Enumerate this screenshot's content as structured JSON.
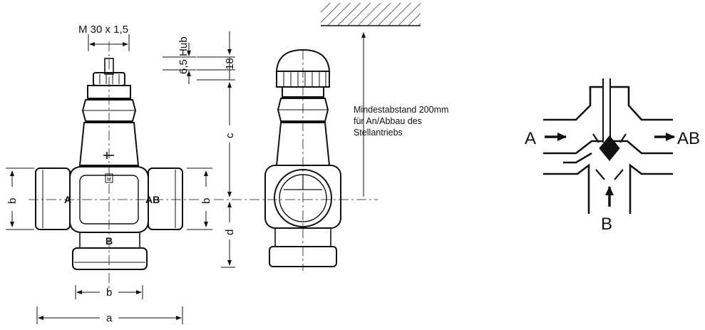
{
  "drawing": {
    "front_view": {
      "thread_label": "M 30 x 1,5",
      "stroke_label": "6,5 Hub",
      "port_a": "A",
      "port_ab": "AB",
      "port_b": "B",
      "body_mark": "H",
      "dim_b_left": "b",
      "dim_b_bottom": "b",
      "dim_a": "a"
    },
    "side_view": {
      "dim_18": "18",
      "dim_c": "c",
      "dim_b": "b",
      "dim_d": "d",
      "note_line1": "Mindestabstand 200mm",
      "note_line2": "für An/Abbau des",
      "note_line3": "Stellantriebs"
    },
    "schematic": {
      "port_a": "A",
      "port_ab": "AB",
      "port_b": "B"
    }
  }
}
